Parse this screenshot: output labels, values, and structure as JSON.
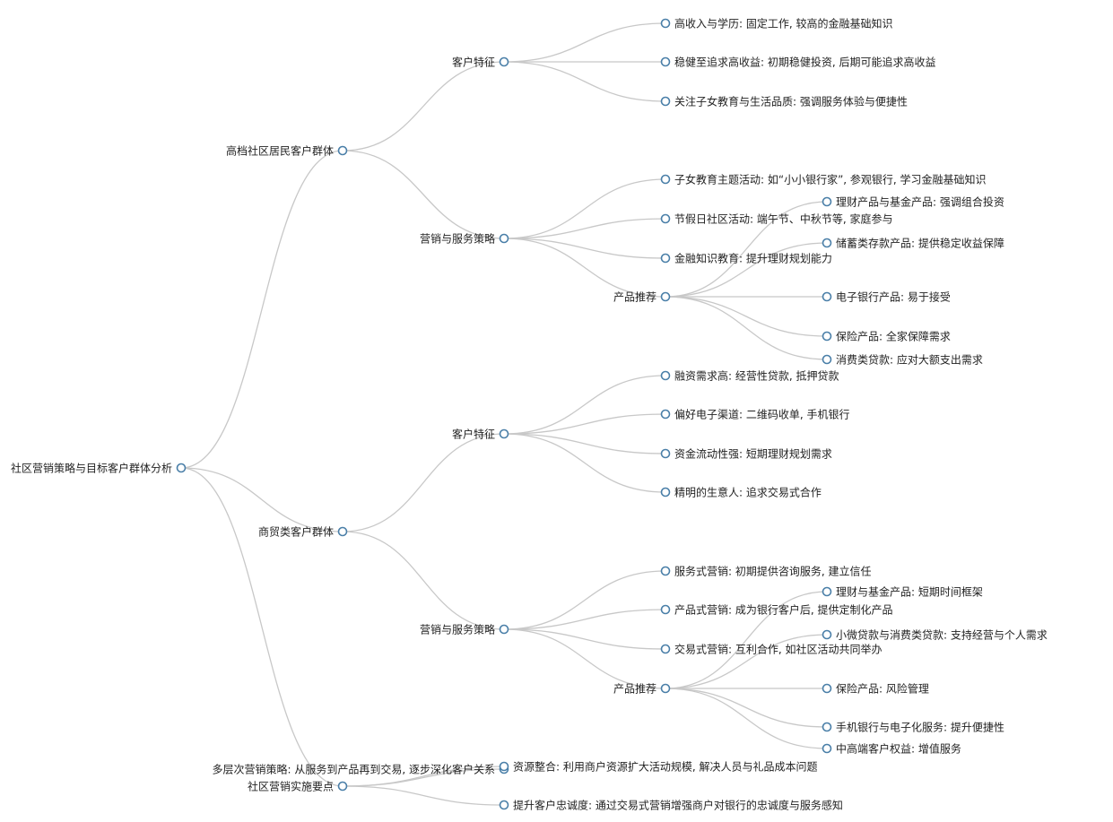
{
  "root": {
    "label": "社区营销策略与目标客户群体分析",
    "children": [
      {
        "label": "高档社区居民客户群体",
        "children": [
          {
            "label": "客户特征",
            "children": [
              {
                "label": "高收入与学历: 固定工作, 较高的金融基础知识"
              },
              {
                "label": "稳健至追求高收益: 初期稳健投资, 后期可能追求高收益"
              },
              {
                "label": "关注子女教育与生活品质: 强调服务体验与便捷性"
              }
            ]
          },
          {
            "label": "营销与服务策略",
            "children": [
              {
                "label": "子女教育主题活动: 如“小小银行家”, 参观银行, 学习金融基础知识"
              },
              {
                "label": "节假日社区活动: 端午节、中秋节等, 家庭参与"
              },
              {
                "label": "金融知识教育: 提升理财规划能力"
              },
              {
                "label": "产品推荐",
                "children": [
                  {
                    "label": "理财产品与基金产品: 强调组合投资"
                  },
                  {
                    "label": "储蓄类存款产品: 提供稳定收益保障"
                  },
                  {
                    "label": "电子银行产品: 易于接受"
                  },
                  {
                    "label": "保险产品: 全家保障需求"
                  },
                  {
                    "label": "消费类贷款: 应对大额支出需求"
                  }
                ]
              }
            ]
          }
        ]
      },
      {
        "label": "商贸类客户群体",
        "children": [
          {
            "label": "客户特征",
            "children": [
              {
                "label": "融资需求高: 经营性贷款, 抵押贷款"
              },
              {
                "label": "偏好电子渠道: 二维码收单, 手机银行"
              },
              {
                "label": "资金流动性强: 短期理财规划需求"
              },
              {
                "label": "精明的生意人: 追求交易式合作"
              }
            ]
          },
          {
            "label": "营销与服务策略",
            "children": [
              {
                "label": "服务式营销: 初期提供咨询服务, 建立信任"
              },
              {
                "label": "产品式营销: 成为银行客户后, 提供定制化产品"
              },
              {
                "label": "交易式营销: 互利合作, 如社区活动共同举办"
              },
              {
                "label": "产品推荐",
                "children": [
                  {
                    "label": "理财与基金产品: 短期时间框架"
                  },
                  {
                    "label": "小微贷款与消费类贷款: 支持经营与个人需求"
                  },
                  {
                    "label": "保险产品: 风险管理"
                  },
                  {
                    "label": "手机银行与电子化服务: 提升便捷性"
                  },
                  {
                    "label": "中高端客户权益: 增值服务"
                  }
                ]
              }
            ]
          }
        ]
      },
      {
        "label": "社区营销实施要点",
        "children": [
          {
            "label": "多层次营销策略: 从服务到产品再到交易, 逐步深化客户关系"
          },
          {
            "label": "资源整合: 利用商户资源扩大活动规模, 解决人员与礼品成本问题"
          },
          {
            "label": "提升客户忠诚度: 通过交易式营销增强商户对银行的忠诚度与服务感知"
          }
        ]
      }
    ]
  }
}
